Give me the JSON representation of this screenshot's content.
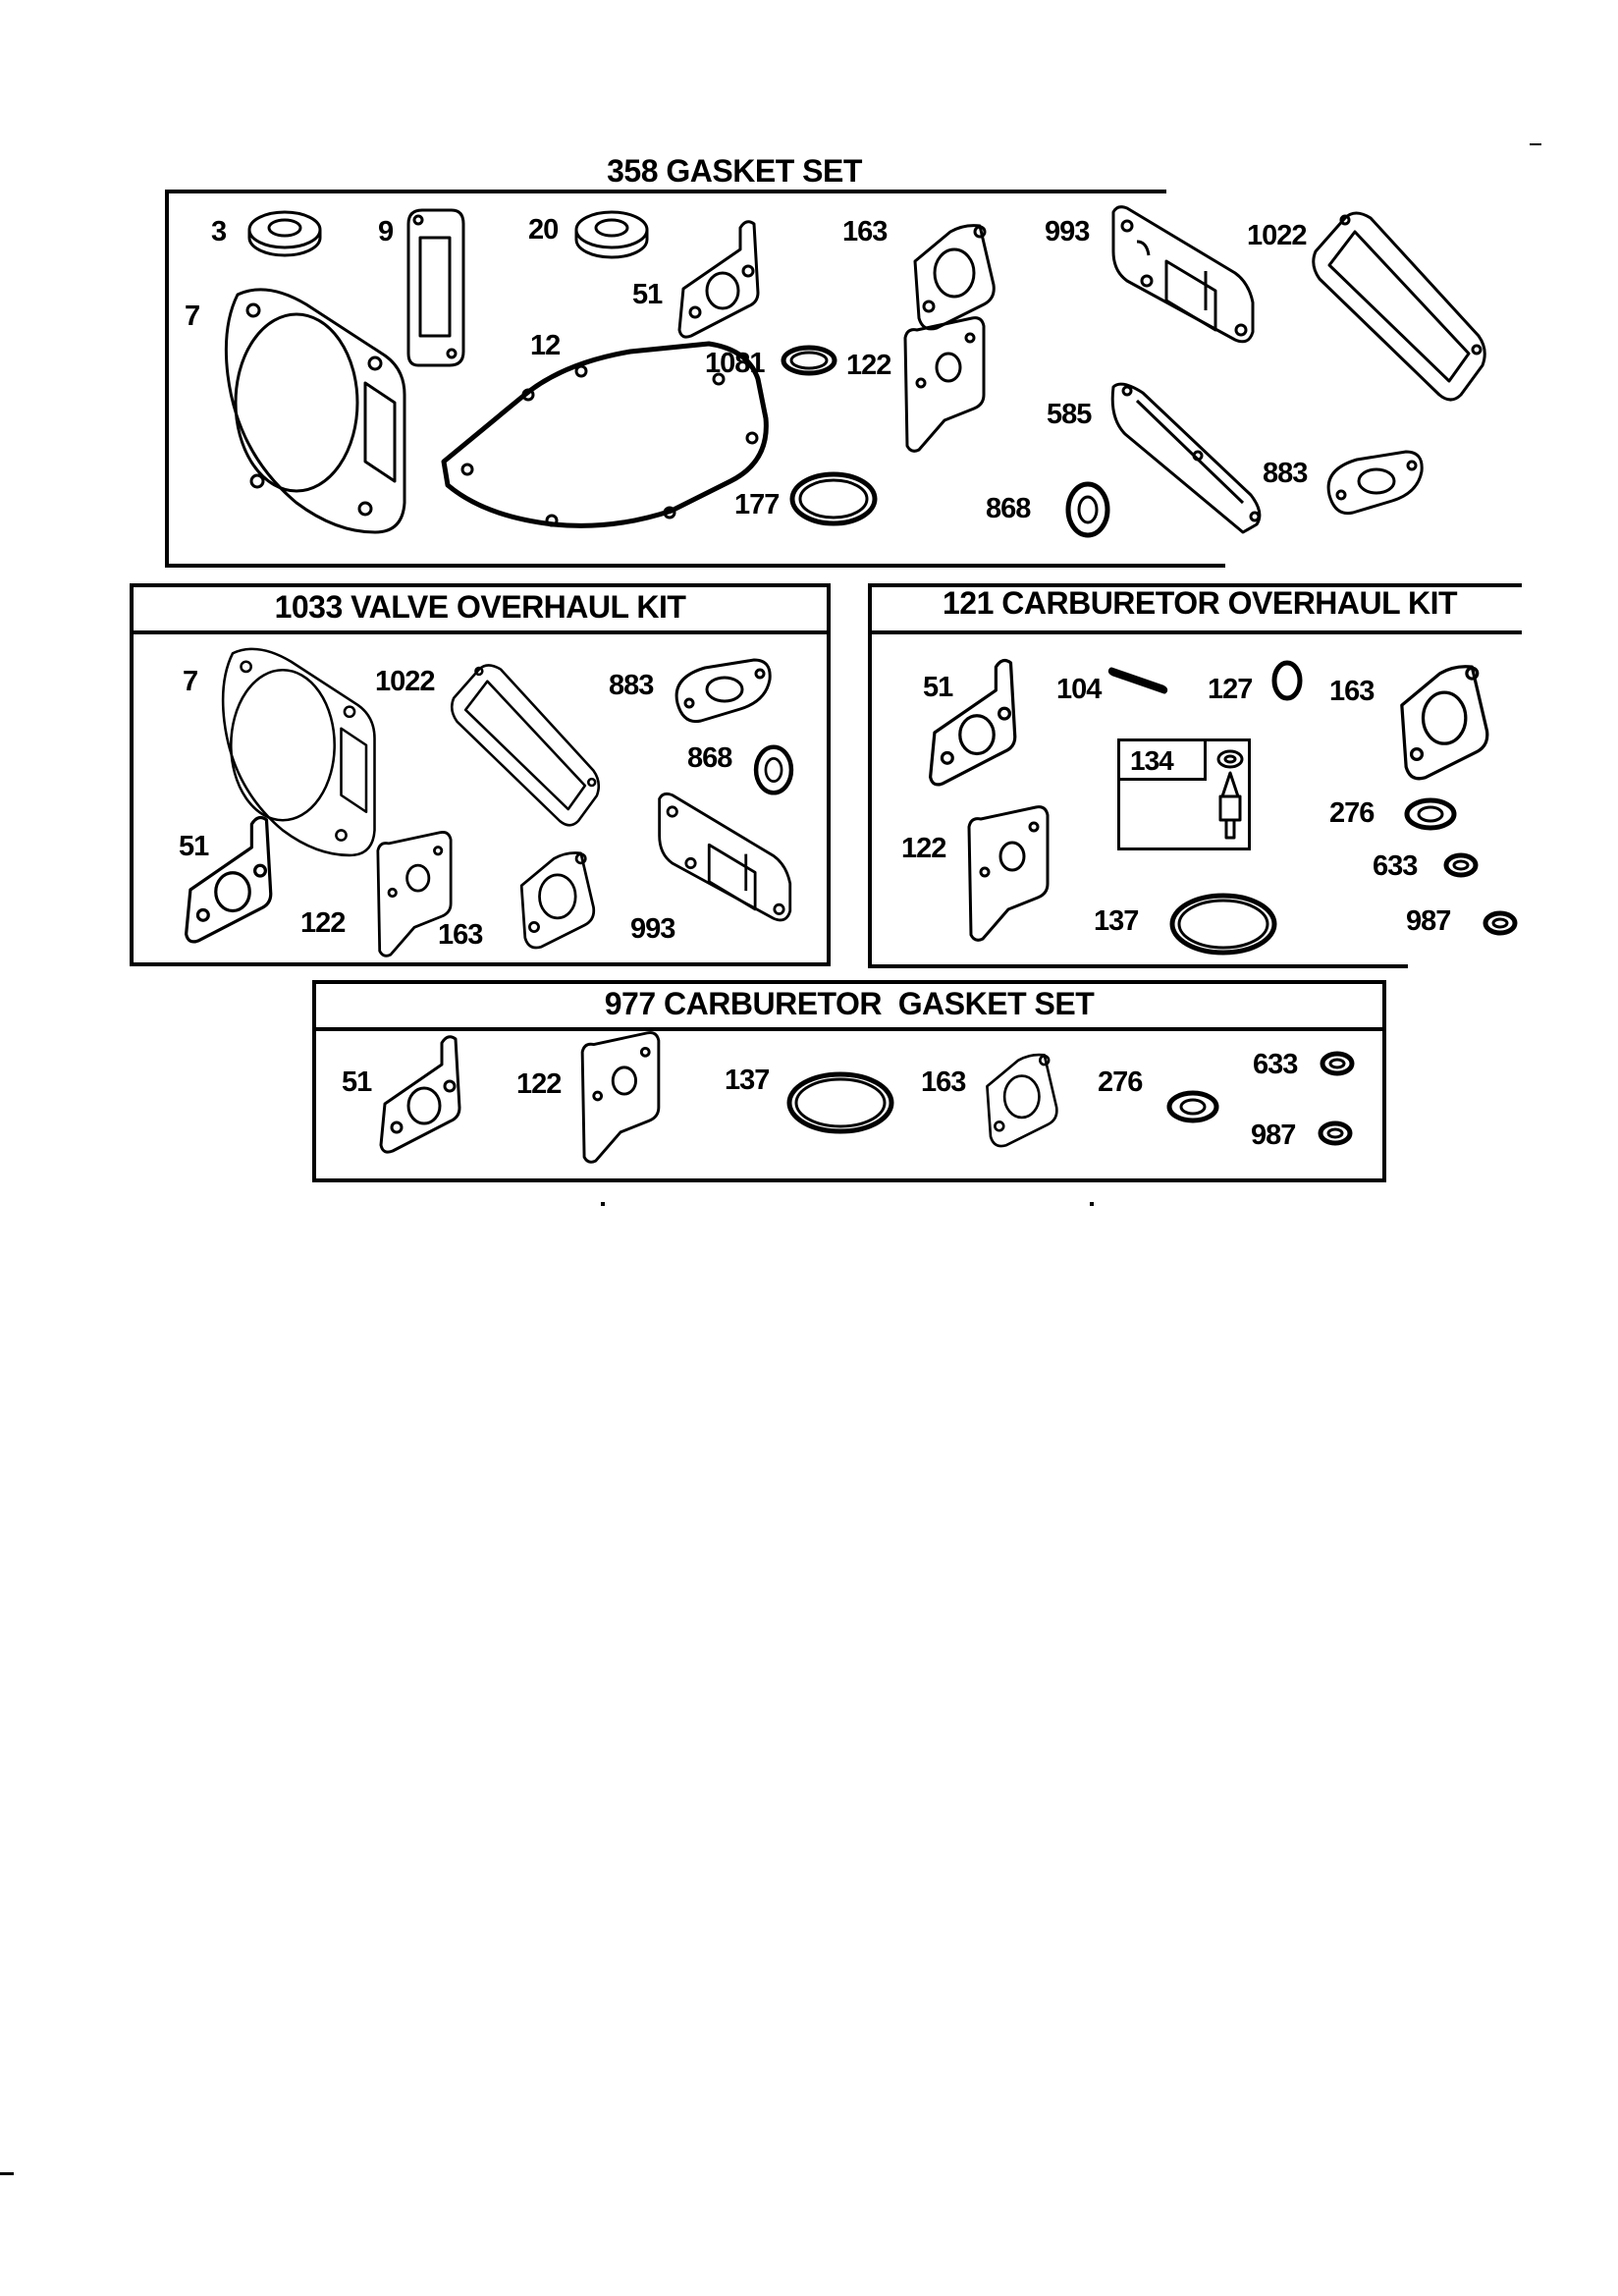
{
  "panels": {
    "gasket_set": {
      "title": "358 GASKET SET",
      "labels": {
        "p3": "3",
        "p9": "9",
        "p20": "20",
        "p163": "163",
        "p993": "993",
        "p1022": "1022",
        "p7": "7",
        "p51": "51",
        "p12": "12",
        "p1081": "1081",
        "p122": "122",
        "p585": "585",
        "p883": "883",
        "p177": "177",
        "p868": "868"
      }
    },
    "valve_kit": {
      "title": "1033 VALVE OVERHAUL KIT",
      "labels": {
        "p7": "7",
        "p1022": "1022",
        "p883": "883",
        "p868": "868",
        "p51": "51",
        "p122": "122",
        "p163": "163",
        "p993": "993"
      }
    },
    "carb_kit": {
      "title": "121 CARBURETOR OVERHAUL KIT",
      "labels": {
        "p51": "51",
        "p104": "104",
        "p127": "127",
        "p163": "163",
        "p134": "134",
        "p276": "276",
        "p122": "122",
        "p633": "633",
        "p137": "137",
        "p987": "987"
      }
    },
    "carb_gasket_set": {
      "title": "977 CARBURETOR  GASKET SET",
      "labels": {
        "p51": "51",
        "p122": "122",
        "p137": "137",
        "p163": "163",
        "p276": "276",
        "p633": "633",
        "p987": "987"
      }
    }
  }
}
